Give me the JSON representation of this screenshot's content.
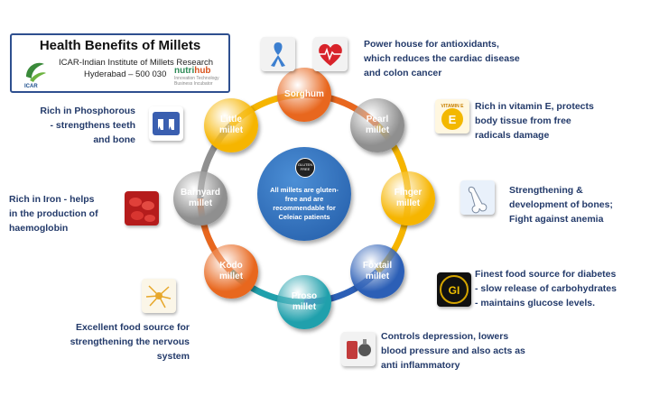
{
  "header": {
    "title": "Health Benefits of Millets",
    "org": "ICAR-Indian Institute of Millets Research",
    "address": "Hyderabad – 500 030",
    "logo_icar": "ICAR",
    "logo_nutri_a": "nutri",
    "logo_nutri_b": "hub",
    "logo_nutri_sub": "Innovation Technology Business Incubator"
  },
  "center": {
    "badge": "GLUTEN FREE",
    "text": "All millets are gluten-free and are recommendable for Celeiac patients"
  },
  "millets": [
    {
      "label": "Sorghum",
      "color": "#e8671e"
    },
    {
      "label": "Pearl millet",
      "color": "#8f8f8f"
    },
    {
      "label": "Finger millet",
      "color": "#f6b500"
    },
    {
      "label": "Foxtail millet",
      "color": "#2c5fb6"
    },
    {
      "label": "Proso millet",
      "color": "#20a0ac"
    },
    {
      "label": "Kodo millet",
      "color": "#e8671e"
    },
    {
      "label": "Barnyard millet",
      "color": "#8f8f8f"
    },
    {
      "label": "Little millet",
      "color": "#f6b500"
    }
  ],
  "benefits": {
    "sorghum": [
      "Power house for antioxidants,",
      "which reduces the cardiac disease",
      "and colon cancer"
    ],
    "pearl": [
      "Rich in vitamin E, protects",
      "body tissue from free",
      "radicals damage"
    ],
    "finger": [
      "Strengthening &",
      "development of bones;",
      "Fight against anemia"
    ],
    "foxtail": [
      "Finest food source for diabetes",
      "- slow release of carbohydrates",
      "- maintains glucose levels."
    ],
    "proso": [
      "Controls depression, lowers",
      "blood pressure and also acts as",
      "anti inflammatory"
    ],
    "kodo": [
      "Excellent food source for",
      "strengthening the nervous",
      "system"
    ],
    "barnyard": [
      "Rich in Iron - helps",
      "in the production of",
      "haemoglobin"
    ],
    "little": [
      "Rich in Phosphorous",
      "- strengthens teeth",
      "and bone"
    ]
  },
  "icons": {
    "vitamin_label": "VITAMIN E",
    "vitamin_letter": "E",
    "gi_label": "GI"
  },
  "colors": {
    "ring_orange": "#e8671e",
    "ring_yellow": "#f6b500",
    "ring_blue": "#2c5fb6",
    "ring_teal": "#20a0ac",
    "ring_grey": "#8f8f8f",
    "text": "#233a6a"
  }
}
